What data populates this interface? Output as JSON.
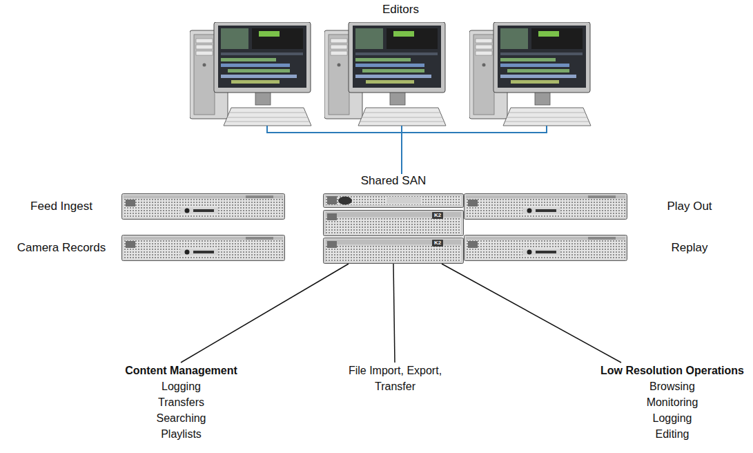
{
  "diagram": {
    "nodes": [
      {
        "text": [
          "Editors"
        ]
      },
      {
        "text": [
          "Feed Ingest"
        ]
      },
      {
        "text": [
          "Shared SAN"
        ]
      },
      {
        "text": [
          "Play Out"
        ]
      },
      {
        "text": [
          "Camera Records"
        ]
      },
      {
        "text": [
          "Replay"
        ]
      },
      {
        "text": [
          "Content Management",
          "Logging",
          "Transfers",
          "Searching",
          "Playlists"
        ]
      },
      {
        "text": [
          "File Import, Export, Transfer"
        ]
      },
      {
        "text": [
          "Low Resolution Operations",
          "Browsing",
          "Monitoring",
          "Logging",
          "Editing"
        ]
      }
    ],
    "edges": [
      {
        "from": 0,
        "to": 2,
        "arrow": "none"
      },
      {
        "from": 2,
        "to": 6,
        "arrow": "none"
      },
      {
        "from": 2,
        "to": 7,
        "arrow": "none"
      },
      {
        "from": 2,
        "to": 8,
        "arrow": "none"
      }
    ],
    "labels": [
      "K2",
      "K2"
    ]
  }
}
